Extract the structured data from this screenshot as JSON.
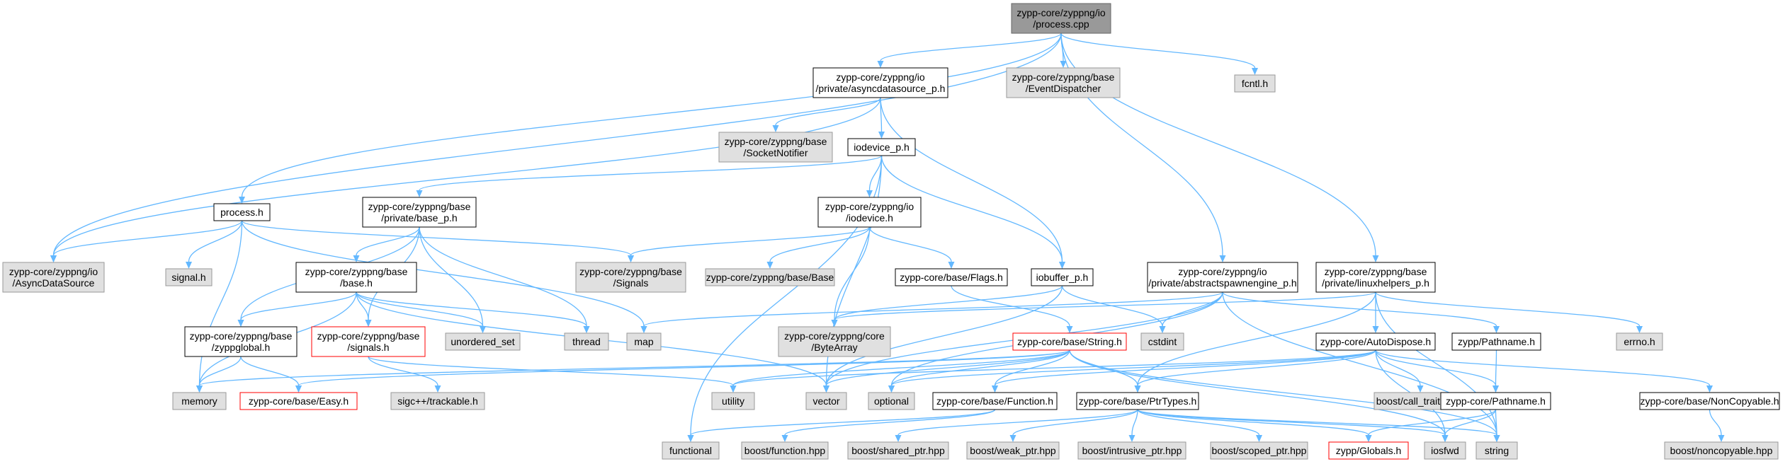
{
  "colors": {
    "edge": "#63b8ff",
    "root_fill": "#999999",
    "root_border": "#666666",
    "node_fill": "#ffffff",
    "node_border": "#000000",
    "external_fill": "#e0e0e0",
    "external_border": "#999999",
    "truncated_border": "#ff0000"
  },
  "nodes": {
    "n_process_cpp": {
      "label": [
        "zypp-core/zyppng/io",
        "/process.cpp"
      ],
      "kind": "root"
    },
    "n_asyncdatasource_p": {
      "label": [
        "zypp-core/zyppng/io",
        "/private/asyncdatasource_p.h"
      ],
      "kind": "node"
    },
    "n_eventdispatcher": {
      "label": [
        "zypp-core/zyppng/base",
        "/EventDispatcher"
      ],
      "kind": "external"
    },
    "n_fcntl": {
      "label": [
        "fcntl.h"
      ],
      "kind": "external"
    },
    "n_socketnotifier": {
      "label": [
        "zypp-core/zyppng/base",
        "/SocketNotifier"
      ],
      "kind": "external"
    },
    "n_iodevice_p": {
      "label": [
        "iodevice_p.h"
      ],
      "kind": "node"
    },
    "n_process_h": {
      "label": [
        "process.h"
      ],
      "kind": "node"
    },
    "n_base_p": {
      "label": [
        "zypp-core/zyppng/base",
        "/private/base_p.h"
      ],
      "kind": "node"
    },
    "n_iodevice_h": {
      "label": [
        "zypp-core/zyppng/io",
        "/iodevice.h"
      ],
      "kind": "node"
    },
    "n_abstractspawn": {
      "label": [
        "zypp-core/zyppng/io",
        "/private/abstractspawnengine_p.h"
      ],
      "kind": "node"
    },
    "n_linuxhelpers": {
      "label": [
        "zypp-core/zyppng/base",
        "/private/linuxhelpers_p.h"
      ],
      "kind": "node"
    },
    "n_asyncdatasource": {
      "label": [
        "zypp-core/zyppng/io",
        "/AsyncDataSource"
      ],
      "kind": "external"
    },
    "n_signal_h": {
      "label": [
        "signal.h"
      ],
      "kind": "external"
    },
    "n_base_h": {
      "label": [
        "zypp-core/zyppng/base",
        "/base.h"
      ],
      "kind": "node"
    },
    "n_signals_ext": {
      "label": [
        "zypp-core/zyppng/base",
        "/Signals"
      ],
      "kind": "external"
    },
    "n_base_ext": {
      "label": [
        "zypp-core/zyppng/base/Base"
      ],
      "kind": "external"
    },
    "n_flags": {
      "label": [
        "zypp-core/base/Flags.h"
      ],
      "kind": "node"
    },
    "n_iobuffer": {
      "label": [
        "iobuffer_p.h"
      ],
      "kind": "node"
    },
    "n_errno": {
      "label": [
        "errno.h"
      ],
      "kind": "external"
    },
    "n_zyppglobal": {
      "label": [
        "zypp-core/zyppng/base",
        "/zyppglobal.h"
      ],
      "kind": "node"
    },
    "n_signals_h": {
      "label": [
        "zypp-core/zyppng/base",
        "/signals.h"
      ],
      "kind": "truncated"
    },
    "n_unordered_set": {
      "label": [
        "unordered_set"
      ],
      "kind": "external"
    },
    "n_thread": {
      "label": [
        "thread"
      ],
      "kind": "external"
    },
    "n_map": {
      "label": [
        "map"
      ],
      "kind": "external"
    },
    "n_bytearray": {
      "label": [
        "zypp-core/zyppng/core",
        "/ByteArray"
      ],
      "kind": "external"
    },
    "n_string_h": {
      "label": [
        "zypp-core/base/String.h"
      ],
      "kind": "truncated"
    },
    "n_cstdint": {
      "label": [
        "cstdint"
      ],
      "kind": "external"
    },
    "n_autodispose": {
      "label": [
        "zypp-core/AutoDispose.h"
      ],
      "kind": "node"
    },
    "n_pathname_h": {
      "label": [
        "zypp/Pathname.h"
      ],
      "kind": "node"
    },
    "n_memory": {
      "label": [
        "memory"
      ],
      "kind": "external"
    },
    "n_easy": {
      "label": [
        "zypp-core/base/Easy.h"
      ],
      "kind": "truncated"
    },
    "n_trackable": {
      "label": [
        "sigc++/trackable.h"
      ],
      "kind": "external"
    },
    "n_utility": {
      "label": [
        "utility"
      ],
      "kind": "external"
    },
    "n_vector": {
      "label": [
        "vector"
      ],
      "kind": "external"
    },
    "n_optional": {
      "label": [
        "optional"
      ],
      "kind": "external"
    },
    "n_function_h": {
      "label": [
        "zypp-core/base/Function.h"
      ],
      "kind": "node"
    },
    "n_ptrtypes": {
      "label": [
        "zypp-core/base/PtrTypes.h"
      ],
      "kind": "node"
    },
    "n_call_traits": {
      "label": [
        "boost/call_traits.hpp"
      ],
      "kind": "external"
    },
    "n_core_pathname": {
      "label": [
        "zypp-core/Pathname.h"
      ],
      "kind": "node"
    },
    "n_noncopyable_h": {
      "label": [
        "zypp-core/base/NonCopyable.h"
      ],
      "kind": "node"
    },
    "n_functional": {
      "label": [
        "functional"
      ],
      "kind": "external"
    },
    "n_boost_function": {
      "label": [
        "boost/function.hpp"
      ],
      "kind": "external"
    },
    "n_shared_ptr": {
      "label": [
        "boost/shared_ptr.hpp"
      ],
      "kind": "external"
    },
    "n_weak_ptr": {
      "label": [
        "boost/weak_ptr.hpp"
      ],
      "kind": "external"
    },
    "n_intrusive_ptr": {
      "label": [
        "boost/intrusive_ptr.hpp"
      ],
      "kind": "external"
    },
    "n_scoped_ptr": {
      "label": [
        "boost/scoped_ptr.hpp"
      ],
      "kind": "external"
    },
    "n_globals": {
      "label": [
        "zypp/Globals.h"
      ],
      "kind": "truncated"
    },
    "n_iosfwd": {
      "label": [
        "iosfwd"
      ],
      "kind": "external"
    },
    "n_string": {
      "label": [
        "string"
      ],
      "kind": "external"
    },
    "n_noncopyable_hpp": {
      "label": [
        "boost/noncopyable.hpp"
      ],
      "kind": "external"
    }
  },
  "edges": [
    [
      "n_process_cpp",
      "n_asyncdatasource_p"
    ],
    [
      "n_process_cpp",
      "n_eventdispatcher"
    ],
    [
      "n_process_cpp",
      "n_fcntl"
    ],
    [
      "n_process_cpp",
      "n_process_h"
    ],
    [
      "n_process_cpp",
      "n_asyncdatasource"
    ],
    [
      "n_process_cpp",
      "n_abstractspawn"
    ],
    [
      "n_process_cpp",
      "n_linuxhelpers"
    ],
    [
      "n_asyncdatasource_p",
      "n_socketnotifier"
    ],
    [
      "n_asyncdatasource_p",
      "n_iodevice_p"
    ],
    [
      "n_asyncdatasource_p",
      "n_iobuffer"
    ],
    [
      "n_asyncdatasource_p",
      "n_asyncdatasource"
    ],
    [
      "n_iodevice_p",
      "n_base_p"
    ],
    [
      "n_iodevice_p",
      "n_iodevice_h"
    ],
    [
      "n_iodevice_p",
      "n_iobuffer"
    ],
    [
      "n_iodevice_p",
      "n_vector"
    ],
    [
      "n_iodevice_p",
      "n_functional"
    ],
    [
      "n_process_h",
      "n_asyncdatasource"
    ],
    [
      "n_process_h",
      "n_signal_h"
    ],
    [
      "n_process_h",
      "n_memory"
    ],
    [
      "n_process_h",
      "n_signals_ext"
    ],
    [
      "n_process_h",
      "n_map"
    ],
    [
      "n_base_p",
      "n_base_h"
    ],
    [
      "n_base_p",
      "n_zyppglobal"
    ],
    [
      "n_base_p",
      "n_signals_h"
    ],
    [
      "n_base_p",
      "n_unordered_set"
    ],
    [
      "n_base_p",
      "n_thread"
    ],
    [
      "n_iodevice_h",
      "n_signals_ext"
    ],
    [
      "n_iodevice_h",
      "n_base_ext"
    ],
    [
      "n_iodevice_h",
      "n_flags"
    ],
    [
      "n_iodevice_h",
      "n_bytearray"
    ],
    [
      "n_base_h",
      "n_zyppglobal"
    ],
    [
      "n_base_h",
      "n_signals_h"
    ],
    [
      "n_base_h",
      "n_memory"
    ],
    [
      "n_base_h",
      "n_unordered_set"
    ],
    [
      "n_base_h",
      "n_thread"
    ],
    [
      "n_base_h",
      "n_vector"
    ],
    [
      "n_zyppglobal",
      "n_memory"
    ],
    [
      "n_zyppglobal",
      "n_easy"
    ],
    [
      "n_signals_h",
      "n_trackable"
    ],
    [
      "n_signals_h",
      "n_utility"
    ],
    [
      "n_flags",
      "n_string_h"
    ],
    [
      "n_iobuffer",
      "n_bytearray"
    ],
    [
      "n_iobuffer",
      "n_vector"
    ],
    [
      "n_iobuffer",
      "n_cstdint"
    ],
    [
      "n_abstractspawn",
      "n_map"
    ],
    [
      "n_abstractspawn",
      "n_cstdint"
    ],
    [
      "n_abstractspawn",
      "n_pathname_h"
    ],
    [
      "n_abstractspawn",
      "n_vector"
    ],
    [
      "n_abstractspawn",
      "n_optional"
    ],
    [
      "n_abstractspawn",
      "n_string"
    ],
    [
      "n_linuxhelpers",
      "n_autodispose"
    ],
    [
      "n_linuxhelpers",
      "n_errno"
    ],
    [
      "n_linuxhelpers",
      "n_bytearray"
    ],
    [
      "n_linuxhelpers",
      "n_string"
    ],
    [
      "n_linuxhelpers",
      "n_ptrtypes"
    ],
    [
      "n_string_h",
      "n_easy"
    ],
    [
      "n_string_h",
      "n_memory"
    ],
    [
      "n_string_h",
      "n_utility"
    ],
    [
      "n_string_h",
      "n_vector"
    ],
    [
      "n_string_h",
      "n_optional"
    ],
    [
      "n_string_h",
      "n_function_h"
    ],
    [
      "n_string_h",
      "n_ptrtypes"
    ],
    [
      "n_string_h",
      "n_iosfwd"
    ],
    [
      "n_string_h",
      "n_string"
    ],
    [
      "n_autodispose",
      "n_function_h"
    ],
    [
      "n_autodispose",
      "n_ptrtypes"
    ],
    [
      "n_autodispose",
      "n_call_traits"
    ],
    [
      "n_autodispose",
      "n_core_pathname"
    ],
    [
      "n_autodispose",
      "n_noncopyable_h"
    ],
    [
      "n_autodispose",
      "n_iosfwd"
    ],
    [
      "n_autodispose",
      "n_optional"
    ],
    [
      "n_autodispose",
      "n_utility"
    ],
    [
      "n_pathname_h",
      "n_core_pathname"
    ],
    [
      "n_core_pathname",
      "n_globals"
    ],
    [
      "n_core_pathname",
      "n_iosfwd"
    ],
    [
      "n_core_pathname",
      "n_string"
    ],
    [
      "n_function_h",
      "n_functional"
    ],
    [
      "n_function_h",
      "n_boost_function"
    ],
    [
      "n_ptrtypes",
      "n_shared_ptr"
    ],
    [
      "n_ptrtypes",
      "n_weak_ptr"
    ],
    [
      "n_ptrtypes",
      "n_intrusive_ptr"
    ],
    [
      "n_ptrtypes",
      "n_scoped_ptr"
    ],
    [
      "n_ptrtypes",
      "n_globals"
    ],
    [
      "n_ptrtypes",
      "n_iosfwd"
    ],
    [
      "n_ptrtypes",
      "n_string"
    ],
    [
      "n_noncopyable_h",
      "n_noncopyable_hpp"
    ]
  ]
}
